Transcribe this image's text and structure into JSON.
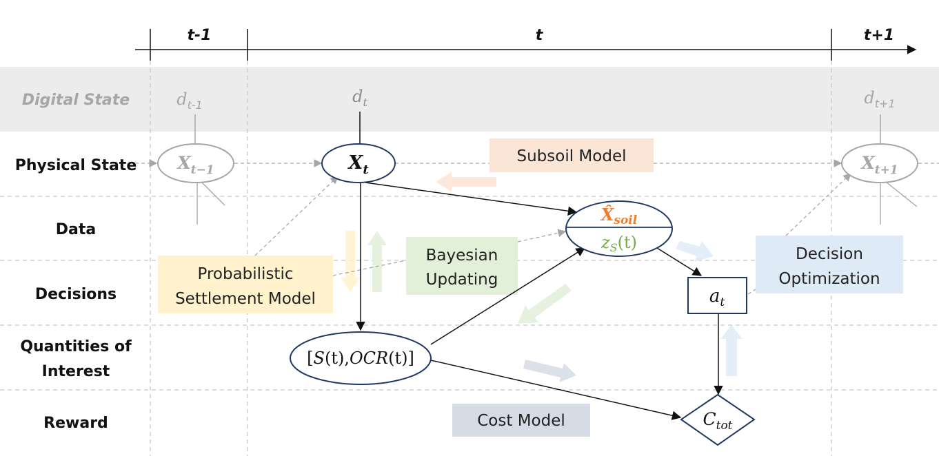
{
  "timeline": {
    "t_prev": "t-1",
    "t_curr": "t",
    "t_next": "t+1"
  },
  "rows": {
    "digital_state": "Digital State",
    "physical_state": "Physical State",
    "data": "Data",
    "decisions": "Decisions",
    "qoi_line1": "Quantities of",
    "qoi_line2": "Interest",
    "reward": "Reward"
  },
  "digital_nodes": {
    "prev": {
      "base": "d",
      "sub": "t-1"
    },
    "curr": {
      "base": "d",
      "sub": "t"
    },
    "next": {
      "base": "d",
      "sub": "t+1"
    }
  },
  "physical_nodes": {
    "prev": {
      "base": "X",
      "sub": "t−1"
    },
    "curr": {
      "base": "X",
      "sub": "t"
    },
    "next": {
      "base": "X",
      "sub": "t+1"
    }
  },
  "data_node": {
    "top_base": "X̂",
    "top_sub": "soil",
    "bottom_base": "z",
    "bottom_sub": "S",
    "bottom_arg": "(t)"
  },
  "qoi_node": {
    "open": "[",
    "s": "S",
    "s_arg": "(t),",
    "ocr": "OCR",
    "ocr_arg": "(t)",
    "close": "]"
  },
  "action_node": {
    "base": "a",
    "sub": "t"
  },
  "reward_node": {
    "base": "C",
    "sub": "tot"
  },
  "models": {
    "subsoil": "Subsoil Model",
    "probabilistic_line1": "Probabilistic",
    "probabilistic_line2": "Settlement Model",
    "bayesian_line1": "Bayesian",
    "bayesian_line2": "Updating",
    "decision_line1": "Decision",
    "decision_line2": "Optimization",
    "cost": "Cost Model"
  },
  "colors": {
    "subsoil": "#fbe5d6",
    "probabilistic": "#fff2cc",
    "bayesian": "#e2f0d9",
    "decision": "#deebf7",
    "cost": "#d6dce5",
    "digital_band": "#ececec",
    "soil_text": "#ed7d31",
    "zs_text": "#70ad47",
    "node_stroke": "#1f3864",
    "grey": "#a6a6a6"
  }
}
